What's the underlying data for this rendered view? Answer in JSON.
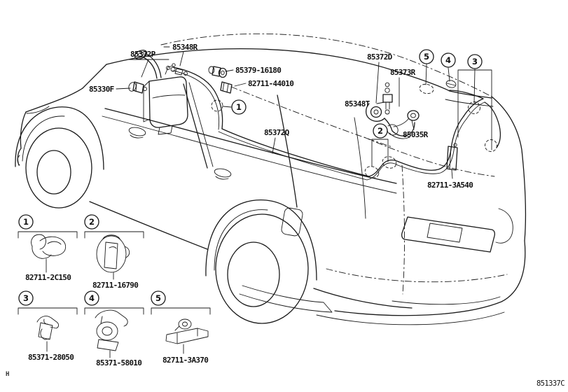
{
  "diagram": {
    "title_meaning": "Rear washer hose and clamp routing diagram",
    "sheet_code": "851337C",
    "corner_mark": "H",
    "colors": {
      "ink": "#1a1a1a",
      "background": "#ffffff"
    },
    "parts": {
      "washer_hose_front": "85372P",
      "washer_nozzle_front": "85348R",
      "grommet_screen": "85379-16180",
      "hose_clip_front": "82711-44010",
      "washer_motor_pump": "85330F",
      "washer_hose_no2": "85372Q",
      "washer_nozzle_rear": "85372D",
      "washer_hose_rear": "85373R",
      "hose_joint": "85348T",
      "grommet_rear": "85035R",
      "hose_bracket_rear": "82711-3A540"
    },
    "callouts": [
      "1",
      "2",
      "3",
      "4",
      "5"
    ],
    "legend": [
      {
        "num": "1",
        "part": "82711-2C150"
      },
      {
        "num": "2",
        "part": "82711-16790"
      },
      {
        "num": "3",
        "part": "85371-28050"
      },
      {
        "num": "4",
        "part": "85371-58010"
      },
      {
        "num": "5",
        "part": "82711-3A370"
      }
    ]
  }
}
